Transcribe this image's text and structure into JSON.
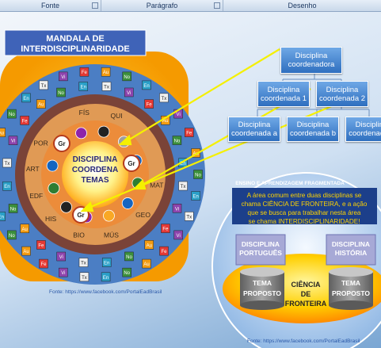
{
  "ribbon": {
    "groups": [
      "Fonte",
      "Parágrafo",
      "Desenho"
    ]
  },
  "mandala": {
    "title_line1": "MANDALA DE",
    "title_line2": "INTERDISCIPLINARIDADE",
    "center_line1": "DISCIPLINA",
    "center_line2": "COORDENA",
    "center_line3": "TEMAS",
    "disciplines": [
      "FÍS",
      "QUI",
      "POR",
      "ART",
      "EDF",
      "HIS",
      "BIO",
      "MÚS",
      "GEO",
      "MAT"
    ],
    "group_label": "Gr",
    "tile_labels": [
      "No",
      "En",
      "Tx",
      "Vi",
      "Fe",
      "Au"
    ],
    "source": "Fonte: https://www.facebook.com/PortalEadBrasil"
  },
  "hierarchy": {
    "coordinator": {
      "line1": "Disciplina",
      "line2": "coordenadora"
    },
    "coordinated_1": {
      "line1": "Disciplina",
      "line2": "coordenada 1"
    },
    "coordinated_2": {
      "line1": "Disciplina",
      "line2": "coordenada 2"
    },
    "coordinated_a": {
      "line1": "Disciplina",
      "line2": "coordenada a"
    },
    "coordinated_b": {
      "line1": "Disciplina",
      "line2": "coordenada b"
    },
    "coordinated_c": {
      "line1": "Disciplina",
      "line2": "coordenada c"
    }
  },
  "frontier": {
    "header": "ENSINO E APRENDIZAGEM FRAGMENTADA",
    "text_line1": "A área comum entre duas disciplinas se",
    "text_line2": "chama CIÊNCIA DE FRONTEIRA, e a ação",
    "text_line3": "que se busca para trabalhar nesta área",
    "text_line4": "se chama INTERDISCIPLINARIDADE!",
    "left_disc_line1": "DISCIPLINA",
    "left_disc_line2": "PORTUGUÊS",
    "right_disc_line1": "DISCIPLINA",
    "right_disc_line2": "HISTÓRIA",
    "left_topic_line1": "TEMA",
    "left_topic_line2": "PROPOSTO",
    "right_topic_line1": "TEMA",
    "right_topic_line2": "PROPOSTO",
    "center_line1": "CIÊNCIA",
    "center_line2": "DE",
    "center_line3": "FRONTEIRA",
    "source": "Fonte: https://www.facebook.com/PortalEadBrasil"
  },
  "colors": {
    "mandala_orange": "#f5a000",
    "arrow_yellow": "#f5f000",
    "box_blue": "#3a7fd0",
    "title_blue": "#3f63b8"
  }
}
